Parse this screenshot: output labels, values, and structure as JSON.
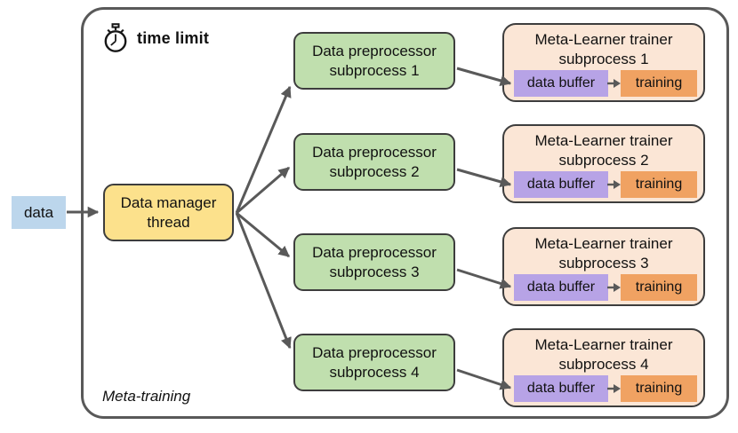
{
  "colors": {
    "outline": "#595959",
    "box_border": "#3d3d3d",
    "input_blue": "#bcd6ec",
    "manager_yellow": "#fce18c",
    "preprocessor_green": "#c0dfae",
    "trainer_peach": "#fbe6d6",
    "buffer_purple": "#b7a3e6",
    "training_orange": "#f0a262"
  },
  "annotations": {
    "time_limit": "time limit",
    "region": "Meta-training",
    "stopwatch_icon": "stopwatch-icon"
  },
  "input_box": {
    "label": "data"
  },
  "manager_box": {
    "line1": "Data manager",
    "line2": "thread"
  },
  "preprocessors": [
    {
      "line1": "Data preprocessor",
      "line2": "subprocess 1"
    },
    {
      "line1": "Data preprocessor",
      "line2": "subprocess 2"
    },
    {
      "line1": "Data preprocessor",
      "line2": "subprocess 3"
    },
    {
      "line1": "Data preprocessor",
      "line2": "subprocess 4"
    }
  ],
  "trainers": [
    {
      "line1": "Meta-Learner trainer",
      "line2": "subprocess 1",
      "buffer": "data buffer",
      "training": "training"
    },
    {
      "line1": "Meta-Learner trainer",
      "line2": "subprocess 2",
      "buffer": "data buffer",
      "training": "training"
    },
    {
      "line1": "Meta-Learner trainer",
      "line2": "subprocess 3",
      "buffer": "data buffer",
      "training": "training"
    },
    {
      "line1": "Meta-Learner trainer",
      "line2": "subprocess 4",
      "buffer": "data buffer",
      "training": "training"
    }
  ]
}
